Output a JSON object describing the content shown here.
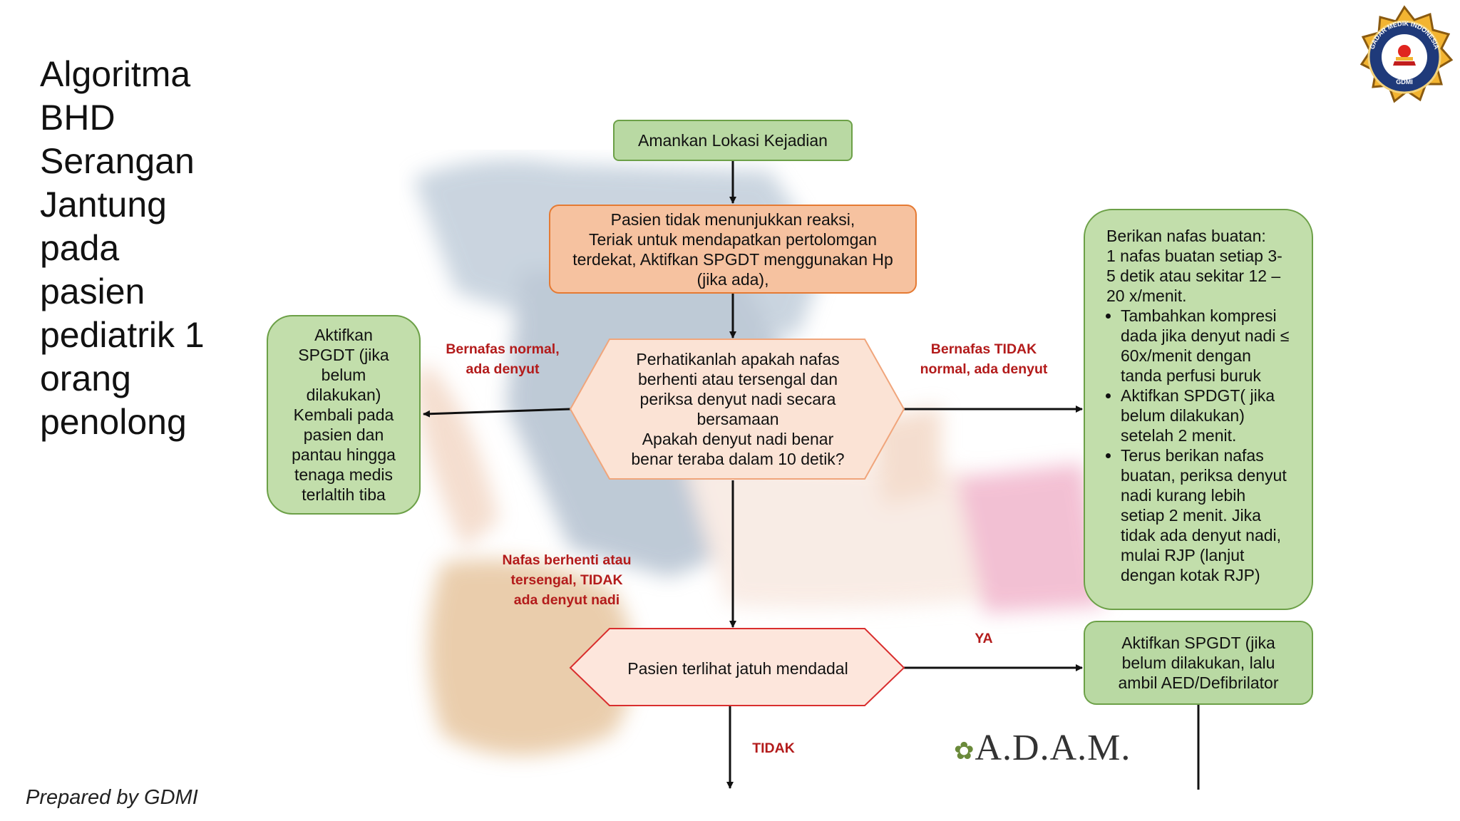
{
  "title_lines": [
    "Algoritma",
    "BHD",
    "Serangan",
    "Jantung",
    "pada",
    "pasien",
    "pediatrik 1",
    "orang",
    "penolong"
  ],
  "prepared_by": "Prepared by GDMI",
  "watermark": "A.D.A.M.",
  "logo": {
    "ring_text": "GADAR MEDIK INDONESIA",
    "abbrev": "GDMI"
  },
  "flow": {
    "start": "Amankan Lokasi Kejadian",
    "check_lines": [
      "Pasien tidak menunjukkan reaksi,",
      "Teriak untuk mendapatkan pertolomgan",
      "terdekat, Aktifkan SPGDT menggunakan Hp",
      "(jika ada),"
    ],
    "decision1_lines": [
      "Perhatikanlah apakah nafas",
      "berhenti atau tersengal dan",
      "periksa denyut nadi secara",
      "bersamaan",
      "Apakah denyut nadi benar",
      "benar teraba dalam 10 detik?"
    ],
    "left_lines": [
      "Aktifkan",
      "SPGDT (jika",
      "belum",
      "dilakukan)",
      "Kembali pada",
      "pasien dan",
      "pantau hingga",
      "tenaga medis",
      "terlaltih tiba"
    ],
    "right_intro_lines": [
      "Berikan nafas buatan:",
      "1 nafas buatan setiap 3-",
      "5 detik atau sekitar 12 –",
      "20 x/menit."
    ],
    "right_bullets": [
      "Tambahkan kompresi dada jika denyut nadi ≤ 60x/menit dengan tanda perfusi buruk",
      "Aktifkan SPDGT( jika belum dilakukan) setelah 2 menit.",
      "Terus berikan nafas buatan, periksa denyut nadi kurang lebih setiap 2 menit. Jika tidak ada denyut nadi, mulai RJP (lanjut dengan kotak RJP)"
    ],
    "decision2": "Pasien terlihat jatuh mendadal",
    "aed_lines": [
      "Aktifkan SPGDT (jika",
      "belum dilakukan, lalu",
      "ambil AED/Defibrilator"
    ],
    "labels": {
      "normal": [
        "Bernafas normal,",
        "ada denyut"
      ],
      "tidak_normal": [
        "Bernafas TIDAK",
        "normal, ada denyut"
      ],
      "henti": [
        "Nafas berhenti atau",
        "tersengal, TIDAK",
        "ada denyut nadi"
      ],
      "ya": "YA",
      "tidak": "TIDAK"
    }
  },
  "colors": {
    "green_fill": "#b9d9a3",
    "green_border": "#6ca047",
    "orange_fill": "#f6c2a0",
    "orange_border": "#e57a33",
    "hex1_fill": "#fbe3d5",
    "hex2_fill": "#fde6dc",
    "hex2_border": "#d92e2e",
    "label_red": "#b31b1b"
  }
}
